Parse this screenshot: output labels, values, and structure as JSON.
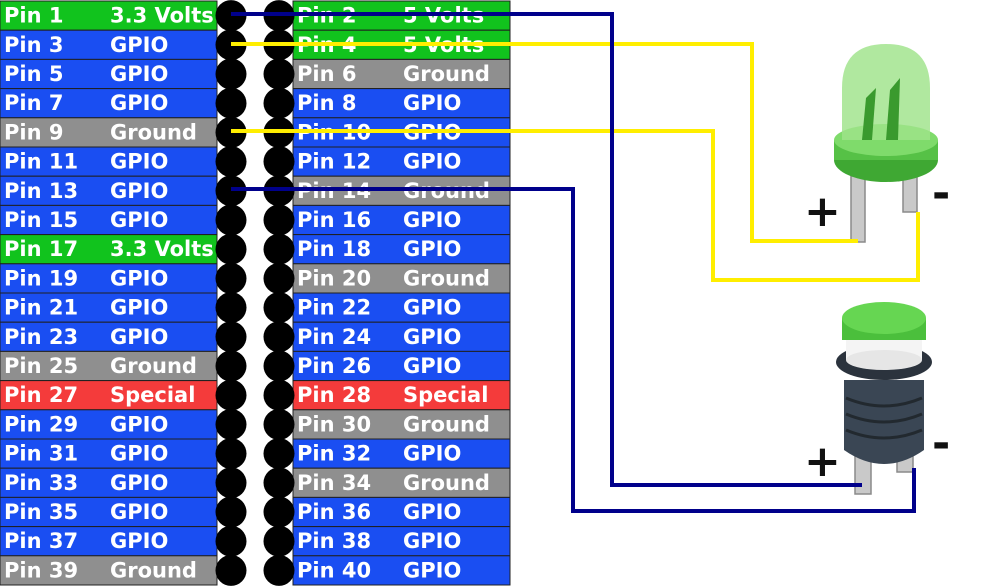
{
  "colors": {
    "power": "#11c31d",
    "gpio": "#1a4ef2",
    "ground": "#8f8f8f",
    "special": "#f43b3b",
    "header_pin": "#000000",
    "wire_blue": "#00008b",
    "wire_yellow": "#ffee00",
    "led_body": "#7fd46b",
    "button_cap": "#5ad24a",
    "button_body": "#3a4654"
  },
  "pins_left": [
    {
      "pin": "Pin 1",
      "type": "3.3 Volts",
      "kind": "power"
    },
    {
      "pin": "Pin 3",
      "type": "GPIO",
      "kind": "gpio"
    },
    {
      "pin": "Pin 5",
      "type": "GPIO",
      "kind": "gpio"
    },
    {
      "pin": "Pin 7",
      "type": "GPIO",
      "kind": "gpio"
    },
    {
      "pin": "Pin 9",
      "type": "Ground",
      "kind": "ground"
    },
    {
      "pin": "Pin 11",
      "type": "GPIO",
      "kind": "gpio"
    },
    {
      "pin": "Pin 13",
      "type": "GPIO",
      "kind": "gpio"
    },
    {
      "pin": "Pin 15",
      "type": "GPIO",
      "kind": "gpio"
    },
    {
      "pin": "Pin 17",
      "type": "3.3 Volts",
      "kind": "power"
    },
    {
      "pin": "Pin 19",
      "type": "GPIO",
      "kind": "gpio"
    },
    {
      "pin": "Pin 21",
      "type": "GPIO",
      "kind": "gpio"
    },
    {
      "pin": "Pin 23",
      "type": "GPIO",
      "kind": "gpio"
    },
    {
      "pin": "Pin 25",
      "type": "Ground",
      "kind": "ground"
    },
    {
      "pin": "Pin 27",
      "type": "Special",
      "kind": "special"
    },
    {
      "pin": "Pin 29",
      "type": "GPIO",
      "kind": "gpio"
    },
    {
      "pin": "Pin 31",
      "type": "GPIO",
      "kind": "gpio"
    },
    {
      "pin": "Pin 33",
      "type": "GPIO",
      "kind": "gpio"
    },
    {
      "pin": "Pin 35",
      "type": "GPIO",
      "kind": "gpio"
    },
    {
      "pin": "Pin 37",
      "type": "GPIO",
      "kind": "gpio"
    },
    {
      "pin": "Pin 39",
      "type": "Ground",
      "kind": "ground"
    }
  ],
  "pins_right": [
    {
      "pin": "Pin 2",
      "type": "5 Volts",
      "kind": "power"
    },
    {
      "pin": "Pin 4",
      "type": "5 Volts",
      "kind": "power"
    },
    {
      "pin": "Pin 6",
      "type": "Ground",
      "kind": "ground"
    },
    {
      "pin": "Pin 8",
      "type": "GPIO",
      "kind": "gpio"
    },
    {
      "pin": "Pin 10",
      "type": "GPIO",
      "kind": "gpio"
    },
    {
      "pin": "Pin 12",
      "type": "GPIO",
      "kind": "gpio"
    },
    {
      "pin": "Pin 14",
      "type": "Ground",
      "kind": "ground"
    },
    {
      "pin": "Pin 16",
      "type": "GPIO",
      "kind": "gpio"
    },
    {
      "pin": "Pin 18",
      "type": "GPIO",
      "kind": "gpio"
    },
    {
      "pin": "Pin 20",
      "type": "Ground",
      "kind": "ground"
    },
    {
      "pin": "Pin 22",
      "type": "GPIO",
      "kind": "gpio"
    },
    {
      "pin": "Pin 24",
      "type": "GPIO",
      "kind": "gpio"
    },
    {
      "pin": "Pin 26",
      "type": "GPIO",
      "kind": "gpio"
    },
    {
      "pin": "Pin 28",
      "type": "Special",
      "kind": "special"
    },
    {
      "pin": "Pin 30",
      "type": "Ground",
      "kind": "ground"
    },
    {
      "pin": "Pin 32",
      "type": "GPIO",
      "kind": "gpio"
    },
    {
      "pin": "Pin 34",
      "type": "Ground",
      "kind": "ground"
    },
    {
      "pin": "Pin 36",
      "type": "GPIO",
      "kind": "gpio"
    },
    {
      "pin": "Pin 38",
      "type": "GPIO",
      "kind": "gpio"
    },
    {
      "pin": "Pin 40",
      "type": "GPIO",
      "kind": "gpio"
    }
  ],
  "components": {
    "led": {
      "icon": "led-icon",
      "plus_label": "+",
      "minus_label": "-"
    },
    "button": {
      "icon": "push-button-icon",
      "plus_label": "+",
      "minus_label": "-"
    }
  },
  "wires": [
    {
      "name": "wire-pin1-to-button-plus",
      "color": "wire_blue"
    },
    {
      "name": "wire-pin13-to-button-minus",
      "color": "wire_blue"
    },
    {
      "name": "wire-pin3-to-led-plus",
      "color": "wire_yellow"
    },
    {
      "name": "wire-pin9-to-led-minus",
      "color": "wire_yellow"
    }
  ]
}
